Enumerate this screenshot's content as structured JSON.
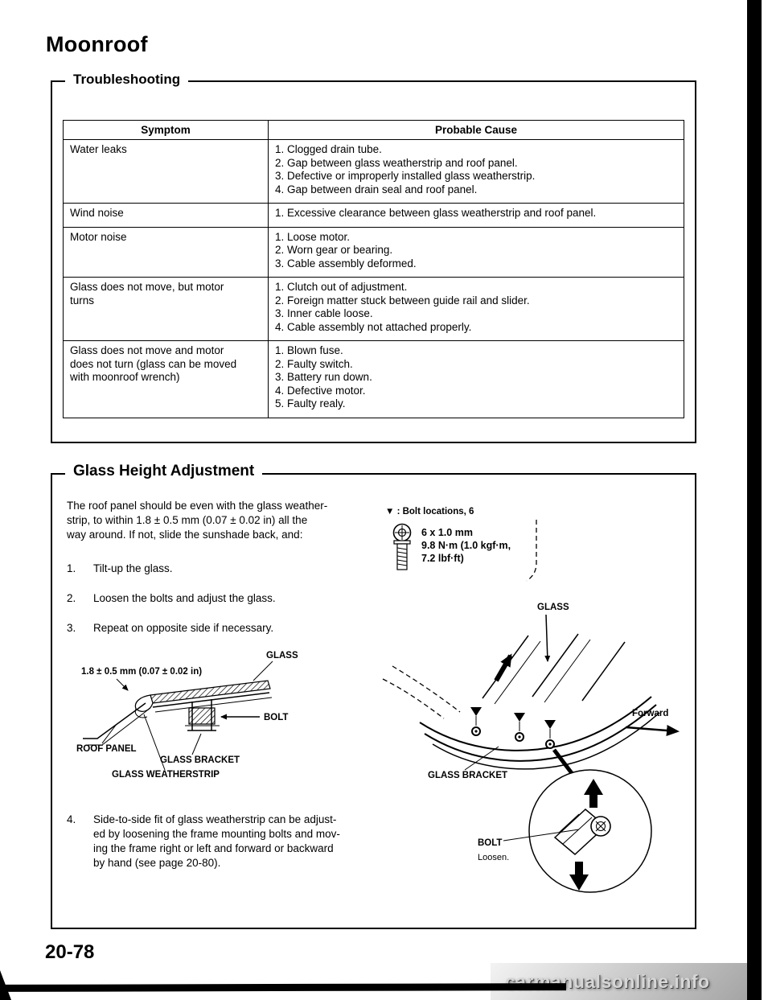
{
  "page": {
    "title": "Moonroof",
    "page_number": "20-78",
    "watermark": "carmanualsonline.info"
  },
  "troubleshooting": {
    "section_title": "Troubleshooting",
    "headers": [
      "Symptom",
      "Probable Cause"
    ],
    "rows": [
      {
        "symptom": "Water leaks",
        "causes": [
          "1. Clogged drain tube.",
          "2. Gap between glass weatherstrip and roof panel.",
          "3. Defective or improperly installed glass weatherstrip.",
          "4. Gap between drain seal and roof panel."
        ]
      },
      {
        "symptom": "Wind noise",
        "causes": [
          "1. Excessive clearance between glass weatherstrip and roof panel."
        ]
      },
      {
        "symptom": "Motor noise",
        "causes": [
          "1. Loose motor.",
          "2. Worn gear or bearing.",
          "3. Cable assembly deformed."
        ]
      },
      {
        "symptom": "Glass does not move, but motor\nturns",
        "causes": [
          "1. Clutch out of adjustment.",
          "2. Foreign matter stuck between guide rail and slider.",
          "3. Inner cable loose.",
          "4. Cable assembly not attached properly."
        ]
      },
      {
        "symptom": "Glass does not move and motor\ndoes not turn (glass can be moved\nwith moonroof wrench)",
        "causes": [
          "1. Blown fuse.",
          "2. Faulty switch.",
          "3. Battery run down.",
          "4. Defective motor.",
          "5. Faulty realy."
        ]
      }
    ]
  },
  "glass_height": {
    "section_title": "Glass Height Adjustment",
    "intro": "The roof panel should be even with the glass weather-\nstrip, to within 1.8 ± 0.5 mm (0.07 ± 0.02 in) all the\nway around. If not, slide the sunshade back, and:",
    "steps": [
      {
        "num": "1.",
        "text": "Tilt-up the glass."
      },
      {
        "num": "2.",
        "text": "Loosen the bolts and adjust the glass."
      },
      {
        "num": "3.",
        "text": "Repeat on opposite side if necessary."
      }
    ],
    "step4": {
      "num": "4.",
      "text": "Side-to-side fit of glass weatherstrip can be adjust-\ned by loosening the frame mounting bolts and mov-\ning the frame right or left and forward or backward\nby hand (see page 20-80)."
    },
    "bolt_legend": "▼ : Bolt locations, 6",
    "bolt_spec": [
      "6 x 1.0 mm",
      "9.8 N·m (1.0 kgf·m,",
      "7.2 lbf·ft)"
    ],
    "left_diagram": {
      "dimension": "1.8 ± 0.5 mm (0.07 ± 0.02 in)",
      "glass": "GLASS",
      "bolt": "BOLT",
      "roof_panel": "ROOF PANEL",
      "glass_bracket": "GLASS BRACKET",
      "glass_weatherstrip": "GLASS WEATHERSTRIP"
    },
    "right_diagram": {
      "glass": "GLASS",
      "forward": "Forward",
      "glass_bracket": "GLASS BRACKET",
      "bolt": "BOLT",
      "loosen": "Loosen."
    }
  }
}
